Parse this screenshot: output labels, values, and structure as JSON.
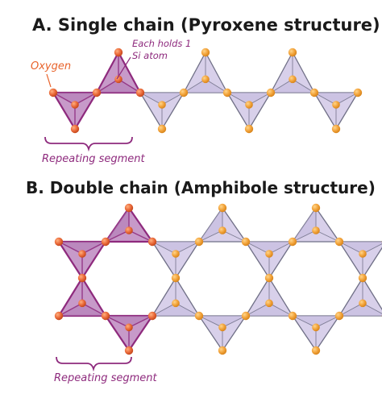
{
  "section_a": {
    "title": "A. Single chain (Pyroxene structure)",
    "label_oxygen": "Oxygen",
    "label_each_holds_line1": "Each holds 1",
    "label_each_holds_line2": "Si atom",
    "label_repeating": "Repeating segment"
  },
  "section_b": {
    "title": "B. Double chain (Amphibole structure)",
    "label_repeating": "Repeating segment"
  },
  "colors": {
    "oxygen_label": "#e8632b",
    "annotation": "#8e2a7d",
    "highlight_fill": "#c79ac9",
    "highlight_stroke": "#8e2a7d",
    "tetra_fill": "#d8d0ea",
    "tetra_stroke": "#6f6f86",
    "oxygen_atom": "#f2a33a",
    "highlight_atom": "#ea6a3a"
  }
}
